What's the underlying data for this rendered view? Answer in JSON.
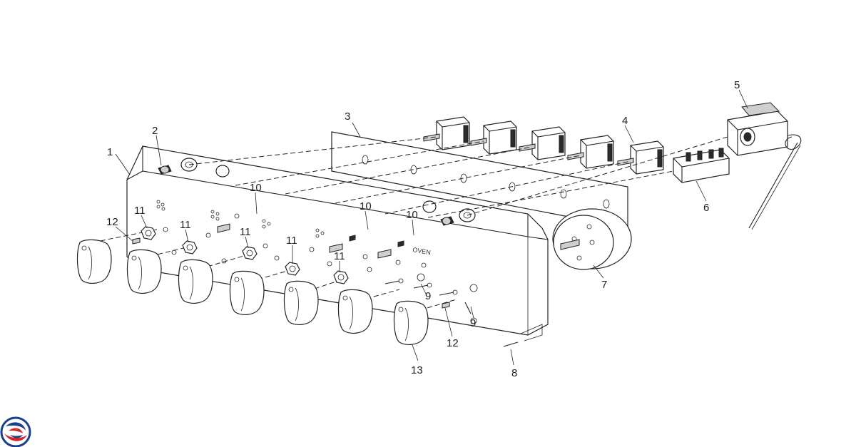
{
  "diagram": {
    "callouts": [
      {
        "id": "c1",
        "text": "1"
      },
      {
        "id": "c2",
        "text": "2"
      },
      {
        "id": "c3",
        "text": "3"
      },
      {
        "id": "c4",
        "text": "4"
      },
      {
        "id": "c5",
        "text": "5"
      },
      {
        "id": "c6",
        "text": "6"
      },
      {
        "id": "c7",
        "text": "7"
      },
      {
        "id": "c8",
        "text": "8"
      },
      {
        "id": "c9a",
        "text": "9"
      },
      {
        "id": "c9b",
        "text": "9"
      },
      {
        "id": "c10a",
        "text": "10"
      },
      {
        "id": "c10b",
        "text": "10"
      },
      {
        "id": "c10c",
        "text": "10"
      },
      {
        "id": "c11a",
        "text": "11"
      },
      {
        "id": "c11b",
        "text": "11"
      },
      {
        "id": "c11c",
        "text": "11"
      },
      {
        "id": "c11d",
        "text": "11"
      },
      {
        "id": "c11e",
        "text": "11"
      },
      {
        "id": "c12a",
        "text": "12"
      },
      {
        "id": "c12b",
        "text": "12"
      },
      {
        "id": "c13",
        "text": "13"
      }
    ],
    "panel_label": "OVEN"
  },
  "logo": {
    "icon": "brand-swirl-logo-icon",
    "colors": [
      "#1a3f8f",
      "#d6262b"
    ]
  }
}
